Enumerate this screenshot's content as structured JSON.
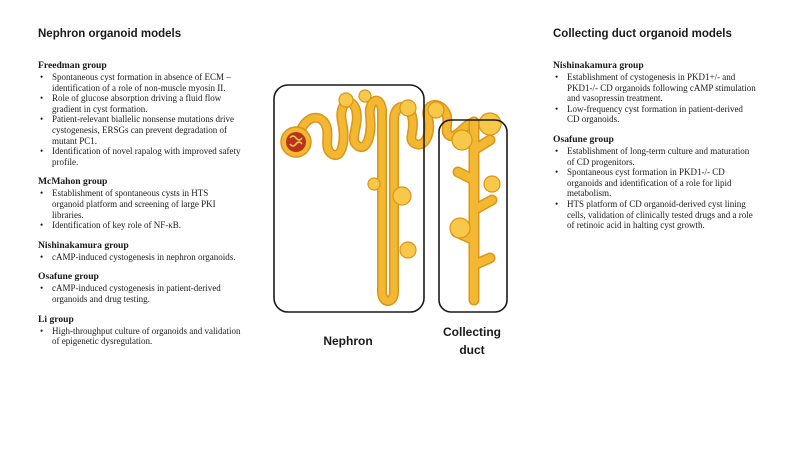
{
  "left": {
    "title": "Nephron organoid models",
    "groups": [
      {
        "name": "Freedman group",
        "bullets": [
          "Spontaneous cyst formation in absence of ECM – identification of a role of non-muscle myosin II.",
          "Role of glucose absorption driving a fluid flow gradient in cyst formation.",
          "Patient-relevant biallelic nonsense mutations drive cystogenesis, ERSGs can prevent degradation of mutant PC1.",
          "Identification of novel rapalog with improved safety profile."
        ]
      },
      {
        "name": "McMahon group",
        "bullets": [
          "Establishment of spontaneous cysts in HTS organoid platform and screening of large PKI libraries.",
          "Identification of key role of NF-κB."
        ]
      },
      {
        "name": "Nishinakamura group",
        "bullets": [
          "cAMP-induced cystogenesis in nephron organoids."
        ]
      },
      {
        "name": "Osafune group",
        "bullets": [
          "cAMP-induced cystogenesis in patient-derived organoids and drug testing."
        ]
      },
      {
        "name": "Li group",
        "bullets": [
          "High-throughput culture of organoids and validation of epigenetic dysregulation."
        ]
      }
    ]
  },
  "right": {
    "title": "Collecting duct organoid models",
    "groups": [
      {
        "name": "Nishinakamura group",
        "bullets": [
          "Establishment of cystogenesis in PKD1+/- and PKD1-/- CD organoids following cAMP stimulation and vasopressin treatment.",
          "Low-frequency cyst formation in patient-derived CD organoids."
        ]
      },
      {
        "name": "Osafune group",
        "bullets": [
          "Establishment of long-term culture and maturation of CD progenitors.",
          "Spontaneous cyst formation in PKD1-/- CD organoids and identification of a role for lipid metabolism.",
          "HTS platform of CD organoid-derived cyst lining cells, validation of clinically tested drugs and a role of retinoic acid in halting cyst growth."
        ]
      }
    ]
  },
  "diagram": {
    "nephron_label": "Nephron",
    "cd_label_line1": "Collecting",
    "cd_label_line2": "duct",
    "colors": {
      "tubule": "#f4b731",
      "tubule_edge": "#d9961a",
      "cyst": "#f7c84a",
      "glomerulus": "#b8321e",
      "box": "#1a1a1a"
    }
  }
}
